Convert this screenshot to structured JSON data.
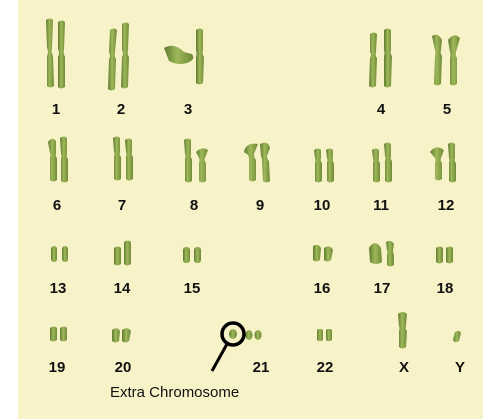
{
  "karyotype": {
    "colors": {
      "background": "#f7f2c8",
      "chromosome": "#8fa64e",
      "chromosome_dark": "#5e7a2e",
      "chromosome_light": "#c8d98a",
      "text": "#111111",
      "annotation": "#000000"
    },
    "pairs": [
      {
        "label": "1"
      },
      {
        "label": "2"
      },
      {
        "label": "3"
      },
      {
        "label": "4"
      },
      {
        "label": "5"
      },
      {
        "label": "6"
      },
      {
        "label": "7"
      },
      {
        "label": "8"
      },
      {
        "label": "9"
      },
      {
        "label": "10"
      },
      {
        "label": "11"
      },
      {
        "label": "12"
      },
      {
        "label": "13"
      },
      {
        "label": "14"
      },
      {
        "label": "15"
      },
      {
        "label": "16"
      },
      {
        "label": "17"
      },
      {
        "label": "18"
      },
      {
        "label": "19"
      },
      {
        "label": "20"
      },
      {
        "label": "21"
      },
      {
        "label": "22"
      },
      {
        "label": "X"
      },
      {
        "label": "Y"
      }
    ],
    "annotation": {
      "text": "Extra Chromosome"
    }
  }
}
